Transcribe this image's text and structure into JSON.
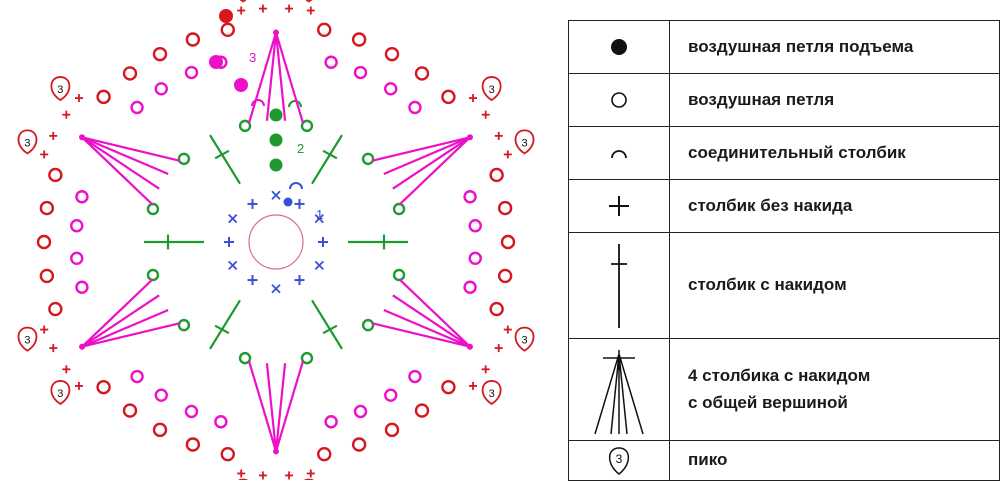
{
  "diagram": {
    "row_labels": [
      "1",
      "2",
      "3"
    ],
    "picot_label": "3",
    "colors": {
      "row1": "#3a4fd8",
      "row2": "#1e9a2e",
      "row3": "#ee10c8",
      "row4": "#d51820",
      "ring": "#d8709c",
      "line": "#222222"
    }
  },
  "legend": {
    "rows": [
      {
        "icon": "filled-circle-icon",
        "label": "воздушная петля подъема"
      },
      {
        "icon": "open-circle-icon",
        "label": "воздушная петля"
      },
      {
        "icon": "arc-icon",
        "label": "соединительный столбик"
      },
      {
        "icon": "plus-icon",
        "label": "столбик без накида"
      },
      {
        "icon": "tall-cross-icon",
        "label": "столбик с накидом"
      },
      {
        "icon": "fan-icon",
        "label_lines": [
          "4 столбика с накидом",
          "с общей вершиной"
        ]
      },
      {
        "icon": "picot-icon",
        "label": "пико",
        "icon_text": "3"
      }
    ]
  }
}
